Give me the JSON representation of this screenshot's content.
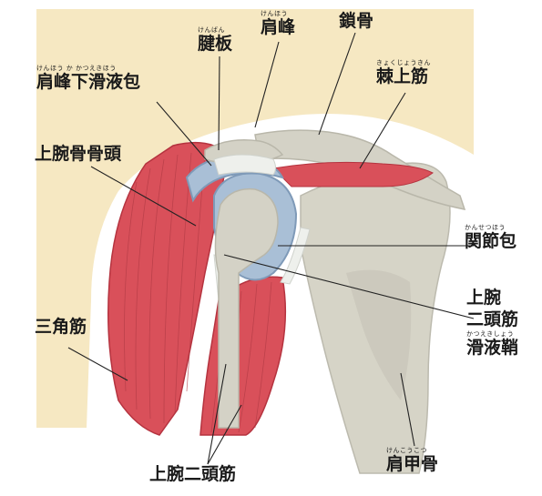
{
  "colors": {
    "skin": "#f5e7bf",
    "muscle": "#d9505a",
    "muscle_dark": "#b5333f",
    "bone": "#d4d2c6",
    "bone_shadow": "#b9b7aa",
    "bursa": "#a9bfd6",
    "bursa_dark": "#7f9ab8",
    "tendon": "#eef0ec",
    "line": "#222222"
  },
  "labels": {
    "tendon_plate": {
      "text": "腱板",
      "ruby": "けんばん"
    },
    "acromion": {
      "text": "肩峰",
      "ruby": "けんほう"
    },
    "clavicle": {
      "text": "鎖骨",
      "ruby": ""
    },
    "subacromial_bursa": {
      "text": "肩峰下滑液包",
      "ruby": "けんほう か かつえきほう"
    },
    "supraspinatus": {
      "text": "棘上筋",
      "ruby": "きょくじょうきん"
    },
    "humeral_head": {
      "text": "上腕骨骨頭",
      "ruby": ""
    },
    "joint_capsule": {
      "text": "関節包",
      "ruby": "かんせつほう"
    },
    "biceps_sheath_line1": {
      "text": "上腕",
      "ruby": ""
    },
    "biceps_sheath_line2": {
      "text": "二頭筋",
      "ruby": ""
    },
    "biceps_sheath_line3": {
      "text": "滑液鞘",
      "ruby": "かつえきしょう"
    },
    "deltoid": {
      "text": "三角筋",
      "ruby": ""
    },
    "biceps": {
      "text": "上腕二頭筋",
      "ruby": ""
    },
    "scapula": {
      "text": "肩甲骨",
      "ruby": "けんこうこつ"
    }
  }
}
